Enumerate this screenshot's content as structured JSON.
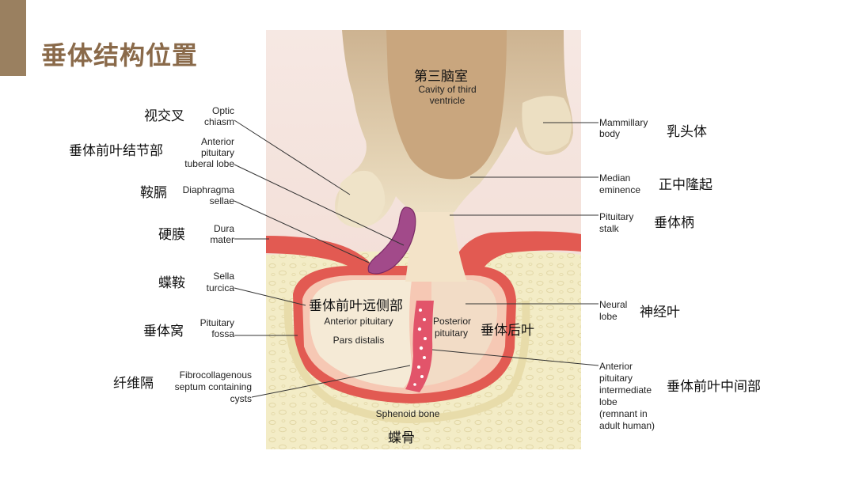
{
  "title": "垂体结构位置",
  "colors": {
    "accent": "#9a8060",
    "title": "#8a6a4a"
  },
  "labels": {
    "third_ventricle_cn": "第三脑室",
    "third_ventricle_en_1": "Cavity of third",
    "third_ventricle_en_2": "ventricle",
    "optic_chiasm_cn": "视交叉",
    "optic_chiasm_en_1": "Optic",
    "optic_chiasm_en_2": "chiasm",
    "tuberal_cn": "垂体前叶结节部",
    "tuberal_en_1": "Anterior",
    "tuberal_en_2": "pituitary",
    "tuberal_en_3": "tuberal lobe",
    "diaphragma_cn": "鞍膈",
    "diaphragma_en_1": "Diaphragma",
    "diaphragma_en_2": "sellae",
    "dura_cn": "硬膜",
    "dura_en_1": "Dura",
    "dura_en_2": "mater",
    "sella_cn": "蝶鞍",
    "sella_en_1": "Sella",
    "sella_en_2": "turcica",
    "fossa_cn": "垂体窝",
    "fossa_en_1": "Pituitary",
    "fossa_en_2": "fossa",
    "septum_cn": "纤维隔",
    "septum_en_1": "Fibrocollagenous",
    "septum_en_2": "septum containing",
    "septum_en_3": "cysts",
    "mammillary_cn": "乳头体",
    "mammillary_en_1": "Mammillary",
    "mammillary_en_2": "body",
    "median_cn": "正中隆起",
    "median_en_1": "Median",
    "median_en_2": "eminence",
    "stalk_cn": "垂体柄",
    "stalk_en_1": "Pituitary",
    "stalk_en_2": "stalk",
    "neural_cn": "神经叶",
    "neural_en_1": "Neural",
    "neural_en_2": "lobe",
    "intermediate_cn": "垂体前叶中间部",
    "intermediate_en_1": "Anterior",
    "intermediate_en_2": "pituitary",
    "intermediate_en_3": "intermediate",
    "intermediate_en_4": "lobe",
    "intermediate_en_5": "(remnant in",
    "intermediate_en_6": "adult human)",
    "distalis_cn": "垂体前叶远侧部",
    "anterior_pituitary_en": "Anterior pituitary",
    "pars_distalis_en": "Pars distalis",
    "posterior_en_1": "Posterior",
    "posterior_en_2": "pituitary",
    "posterior_cn": "垂体后叶",
    "sphenoid_en": "Sphenoid bone",
    "sphenoid_cn": "蝶骨"
  }
}
